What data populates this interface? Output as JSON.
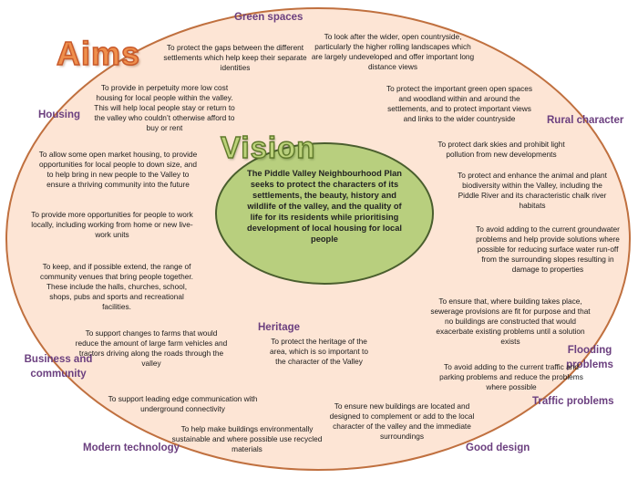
{
  "title": "Aims",
  "vision": {
    "title": "Vision",
    "statement": "The Piddle Valley Neighbourhood Plan seeks to protect the characters of its settlements, the beauty, history and wildlife of the valley, and the quality of life for its residents while prioritising development of local housing for local people"
  },
  "categories": {
    "green_spaces": "Green spaces",
    "housing": "Housing",
    "rural_character": "Rural character",
    "heritage": "Heritage",
    "flooding": "Flooding problems",
    "business": "Business and community",
    "traffic": "Traffic problems",
    "modern_tech": "Modern technology",
    "good_design": "Good design"
  },
  "aims": {
    "gaps": "To protect the gaps between the different settlements which help keep their separate identities",
    "countryside": "To look after the wider, open countryside, particularly the higher rolling landscapes which are largely undeveloped and offer important long distance views",
    "low_cost_housing": "To provide in perpetuity more low cost housing for local people within the valley. This will help local people stay or return to the valley who couldn’t otherwise afford to buy or rent",
    "green_open_spaces": "To protect the important green open spaces and woodland within and around the settlements, and to protect important views and links to the wider countryside",
    "dark_skies": "To protect dark skies and prohibit light pollution from new developments",
    "open_market_housing": "To allow some open market housing, to provide opportunities for local people to down size, and to help bring in new people to the Valley to ensure a thriving community into the future",
    "biodiversity": "To protect and enhance the animal and plant biodiversity within the Valley, including the Piddle River and its characteristic chalk river habitats",
    "work_locally": "To provide more opportunities for people to work locally, including working from home or new live-work units",
    "groundwater": "To avoid adding to the current groundwater problems and help provide solutions where possible for reducing surface water run-off from the surrounding slopes resulting in damage to properties",
    "community_venues": "To keep, and if possible extend, the range of community venues that bring people together. These include the halls, churches, school, shops, pubs and sports and recreational facilities.",
    "sewerage": "To ensure that, where building takes place, sewerage provisions are fit for purpose and that no buildings are constructed that would exacerbate existing problems until a solution exists",
    "farms": "To support changes to farms that would reduce the amount of large farm vehicles and tractors driving along the roads through the valley",
    "heritage": "To protect the heritage of the area, which is so important to the character of the Valley",
    "traffic": "To avoid adding to the current traffic and parking problems and reduce the problems where possible",
    "communication": "To support leading edge communication with underground connectivity",
    "new_buildings": "To ensure new buildings are located and designed to complement or add to the local character of the valley and the immediate surroundings",
    "environmental": "To help make buildings environmentally sustainable and where possible use recycled materials"
  },
  "colors": {
    "outer_fill": "#fde5d5",
    "outer_stroke": "#c0703f",
    "inner_fill": "#b8cf7e",
    "inner_stroke": "#4a5e2e",
    "label": "#6b3f7f"
  }
}
